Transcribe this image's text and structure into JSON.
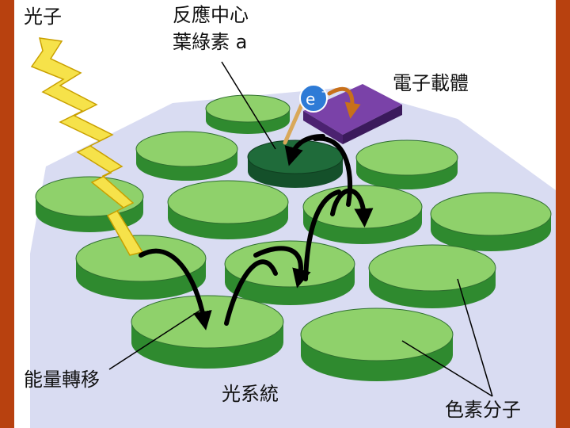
{
  "labels": {
    "photon": "光子",
    "reaction_center_line1": "反應中心",
    "reaction_center_line2": "葉綠素 a",
    "electron_carrier": "電子載體",
    "energy_transfer": "能量轉移",
    "photosystem": "光系統",
    "pigment_molecules": "色素分子",
    "electron": "e"
  },
  "colors": {
    "frame": "#b8410f",
    "disk_top": "#8fd16b",
    "disk_side": "#2f8a2f",
    "reaction_center": "#1f6b3a",
    "carrier": "#5a2a83",
    "electron": "#2e7bd6",
    "photon": "#f6e24a",
    "membrane": "#d9dcf2"
  }
}
